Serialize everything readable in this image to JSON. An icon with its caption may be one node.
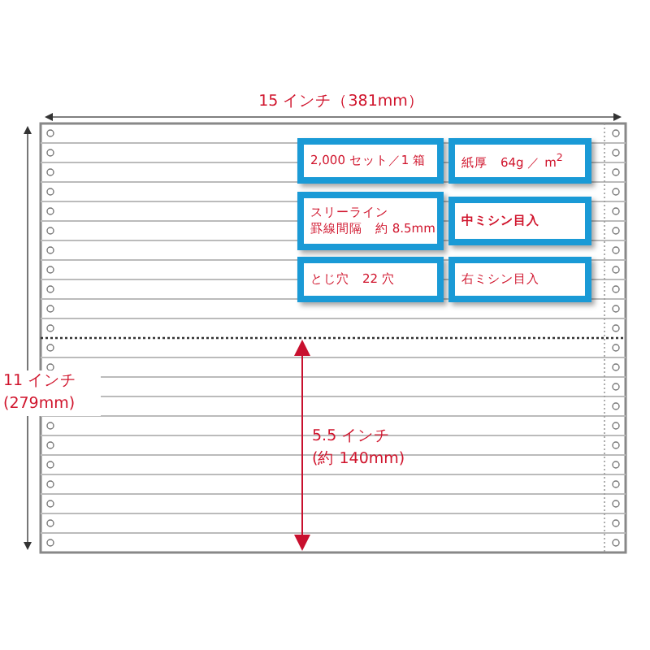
{
  "diagram": {
    "nodes": [
      {
        "text": [
          "2,000 セット／1 箱"
        ]
      },
      {
        "text": [
          "紙厚　64g ／ m$^{2}$"
        ]
      },
      {
        "text": [
          "スリーライン",
          "罫線間隔　約 8.5mm"
        ]
      },
      {
        "text": [
          "中ミシン目入"
        ]
      },
      {
        "text": [
          "とじ穴　22 穴"
        ]
      },
      {
        "text": [
          "右ミシン目入"
        ]
      }
    ],
    "labels": [
      "15 インチ（381mm）",
      "11 インチ (279mm)",
      "5.5 インチ (約 140mm)"
    ]
  }
}
